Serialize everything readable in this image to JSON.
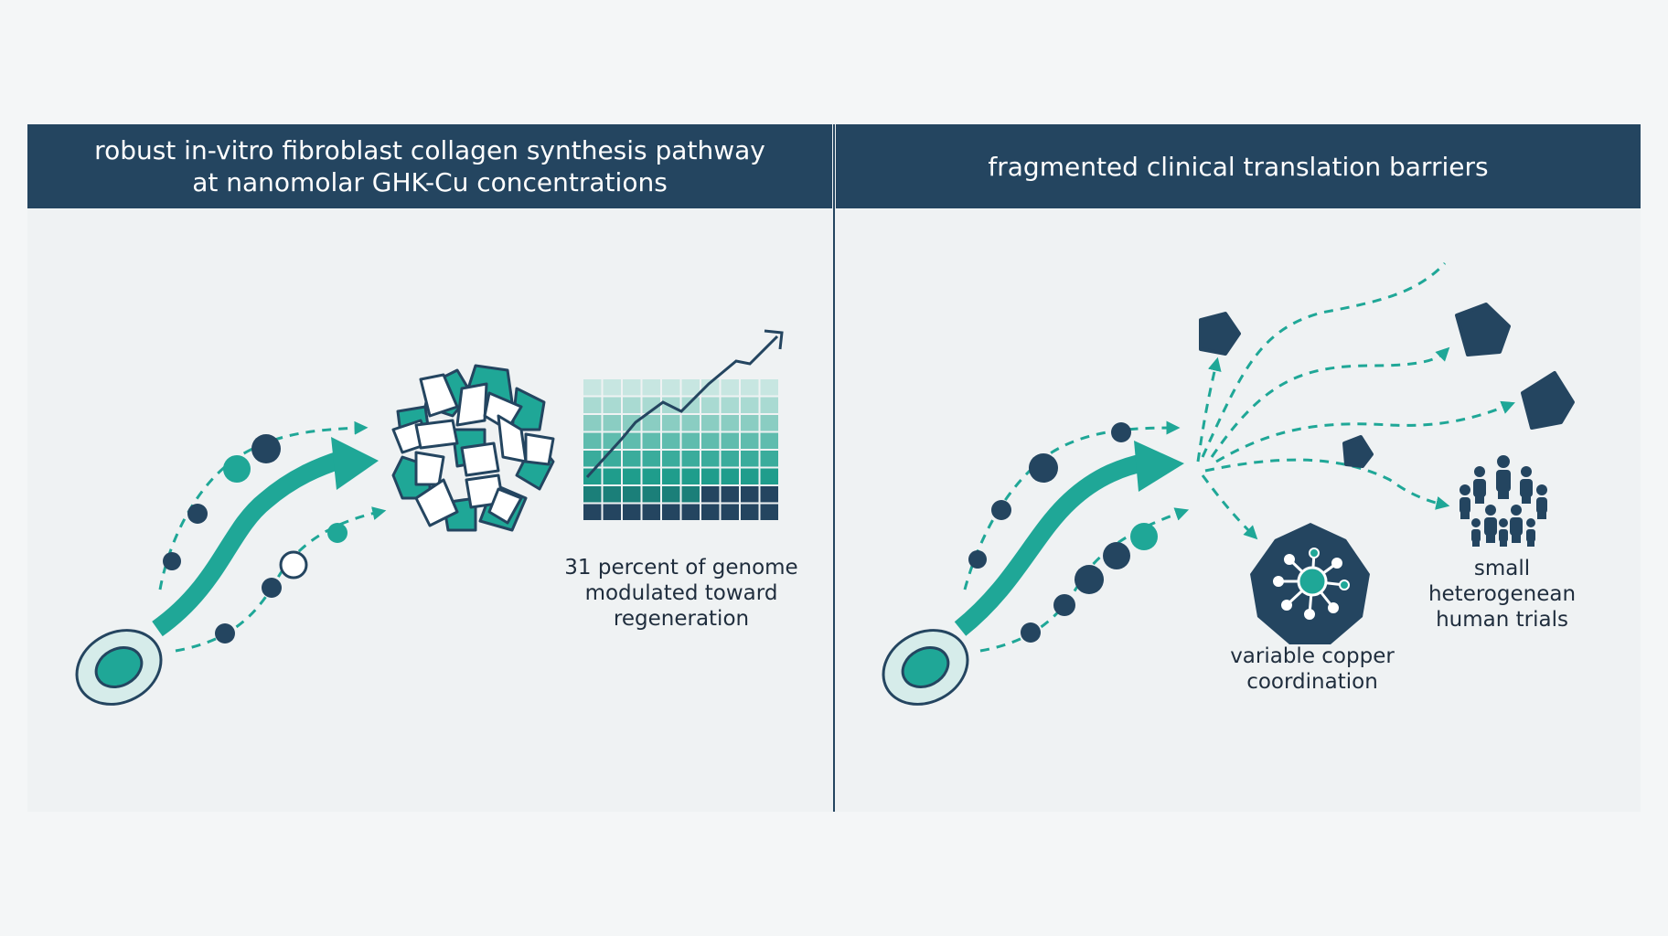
{
  "left_panel": {
    "title_lines": [
      "robust in-vitro fibroblast collagen synthesis pathway",
      "at nanomolar GHK-Cu concentrations"
    ],
    "genome_label_lines": [
      "31 percent of genome",
      "modulated toward",
      "regeneration"
    ]
  },
  "right_panel": {
    "title_lines": [
      "fragmented clinical translation barriers"
    ],
    "copper_label_lines": [
      "variable copper",
      "coordination"
    ],
    "trials_label_lines": [
      "small",
      "heterogenean",
      "human trials"
    ]
  },
  "colors": {
    "navy": "#244560",
    "teal": "#1fa797",
    "light_teal": "#d6ecea",
    "background": "#eff2f3"
  }
}
